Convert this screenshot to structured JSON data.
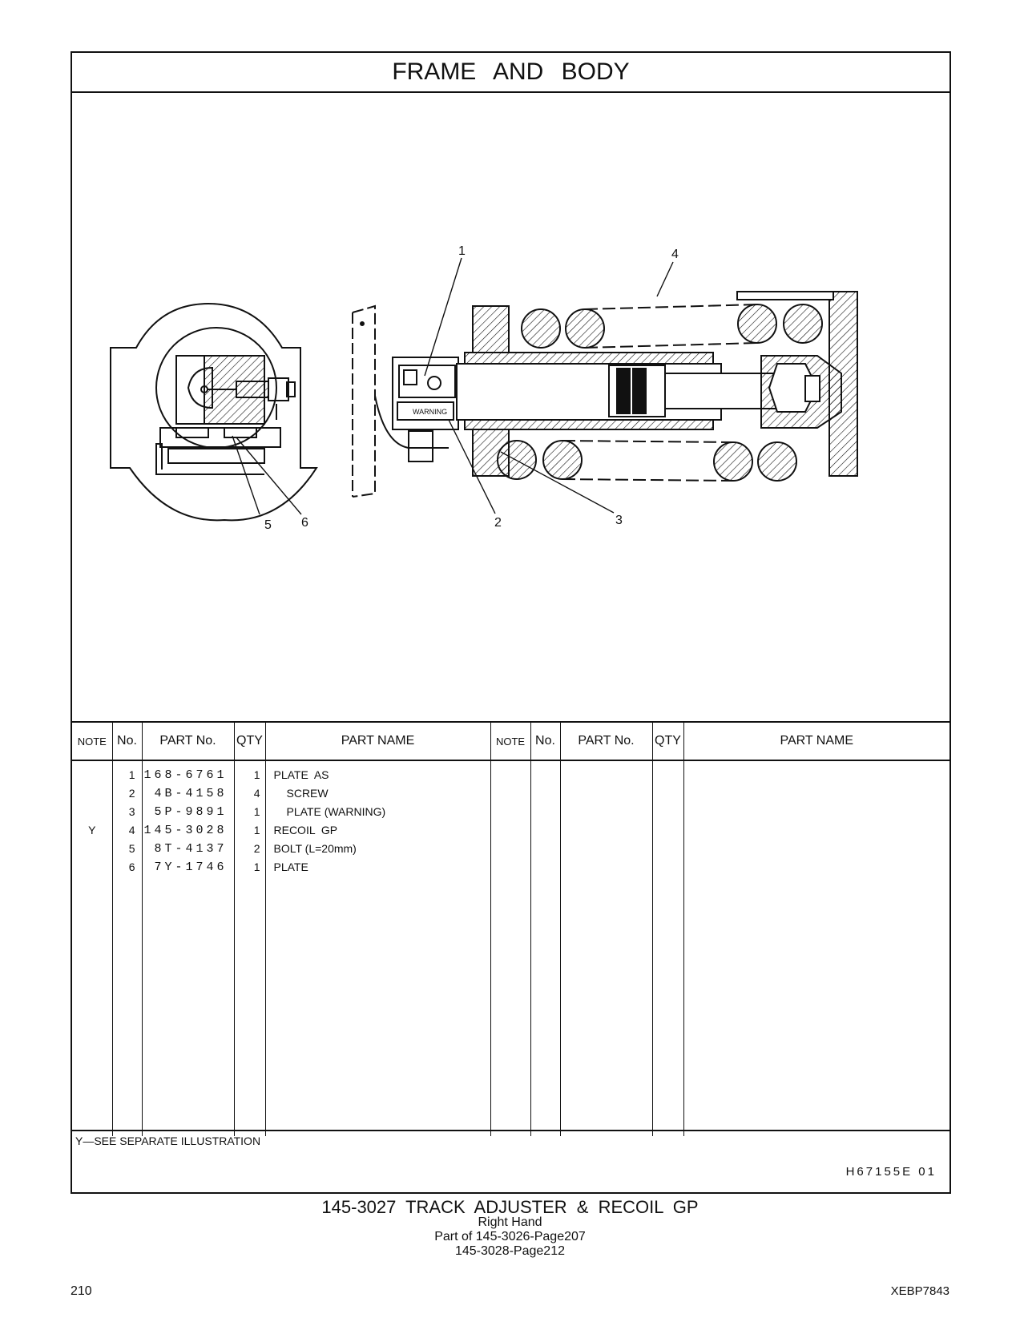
{
  "header": {
    "title": "FRAME   AND   BODY"
  },
  "illustration": {
    "callouts": [
      "1",
      "2",
      "3",
      "4",
      "5",
      "6"
    ],
    "warning_label": "WARNING"
  },
  "table": {
    "headers": {
      "note": "NOTE",
      "no": "No.",
      "part_no": "PART No.",
      "qty": "QTY",
      "part_name": "PART NAME",
      "note2": "NOTE",
      "no2": "No.",
      "part_no2": "PART No.",
      "qty2": "QTY",
      "part_name2": "PART NAME"
    },
    "rows": [
      {
        "note": "",
        "no": "1",
        "part_no": "168-6761",
        "qty": "1",
        "name": "PLATE  AS",
        "indent": false
      },
      {
        "note": "",
        "no": "2",
        "part_no": "4B-4158",
        "qty": "4",
        "name": "SCREW",
        "indent": true
      },
      {
        "note": "",
        "no": "3",
        "part_no": "5P-9891",
        "qty": "1",
        "name": "PLATE (WARNING)",
        "indent": true
      },
      {
        "note": "Y",
        "no": "4",
        "part_no": "145-3028",
        "qty": "1",
        "name": "RECOIL  GP",
        "indent": false
      },
      {
        "note": "",
        "no": "5",
        "part_no": "8T-4137",
        "qty": "2",
        "name": "BOLT (L=20mm)",
        "indent": false
      },
      {
        "note": "",
        "no": "6",
        "part_no": "7Y-1746",
        "qty": "1",
        "name": "PLATE",
        "indent": false
      }
    ]
  },
  "footnote": "Y—SEE  SEPARATE  ILLUSTRATION",
  "illustration_code": "H67155E    01",
  "caption": {
    "main": "145-3027   TRACK  ADJUSTER  &  RECOIL  GP",
    "line2": "Right  Hand",
    "line3": "Part of 145-3026-Page207",
    "line4": "145-3028-Page212"
  },
  "footer": {
    "page_number": "210",
    "doc_id": "XEBP7843"
  }
}
